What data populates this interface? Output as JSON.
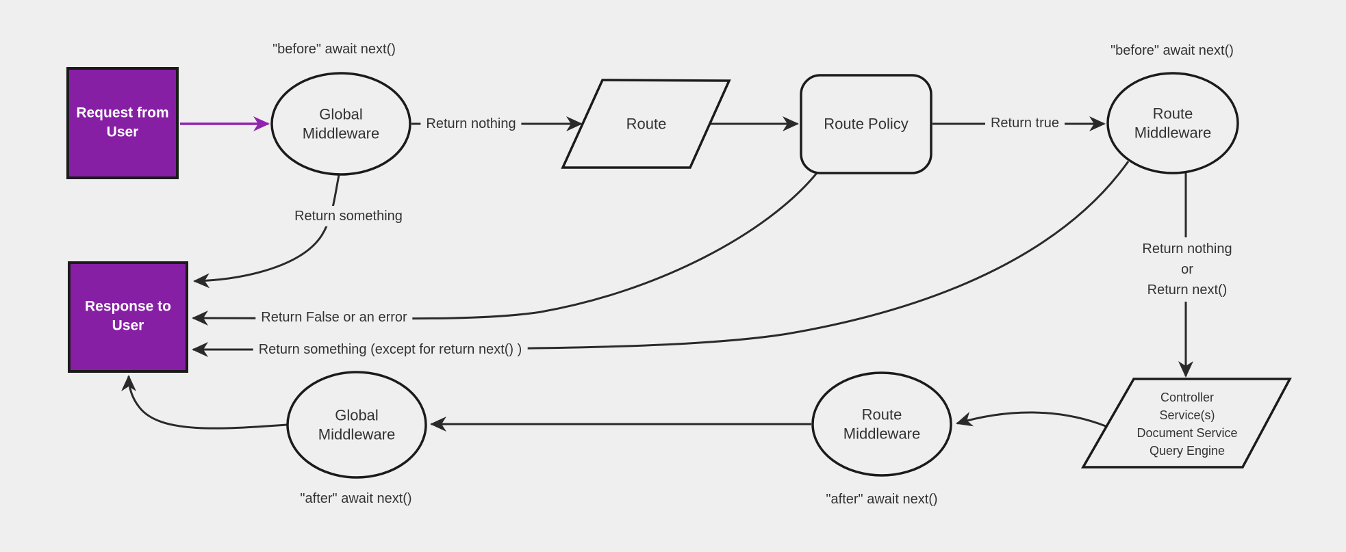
{
  "diagram": {
    "background_color": "#efefef",
    "colors": {
      "purple_fill": "#871fa5",
      "purple_arrow": "#9124ae",
      "node_fill": "#efefef",
      "node_stroke": "#1b1b1b",
      "edge_stroke": "#2a2a2a",
      "text": "#333333",
      "box_text": "#ffffff"
    },
    "nodes": {
      "request_from_user": {
        "label": "Request from\nUser"
      },
      "global_middleware_top": {
        "label": "Global\nMiddleware"
      },
      "route": {
        "label": "Route"
      },
      "route_policy": {
        "label": "Route Policy"
      },
      "route_middleware_top": {
        "label": "Route\nMiddleware"
      },
      "response_to_user": {
        "label": "Response to\nUser"
      },
      "controller_services": {
        "label": "Controller\nService(s)\nDocument Service\nQuery Engine"
      },
      "route_middleware_bottom": {
        "label": "Route\nMiddleware"
      },
      "global_middleware_bottom": {
        "label": "Global\nMiddleware"
      }
    },
    "annotations": {
      "before_await_next_left": "\"before\" await next()",
      "before_await_next_right": "\"before\" await next()",
      "after_await_next_left": "\"after\" await next()",
      "after_await_next_right": "\"after\" await next()"
    },
    "edge_labels": {
      "return_nothing": "Return nothing",
      "return_true": "Return true",
      "return_something": "Return something",
      "return_false_or_error": "Return False or an error",
      "return_something_except": "Return something (except for return next() )",
      "return_nothing_or_next": "Return nothing\nor\nReturn next()"
    }
  }
}
